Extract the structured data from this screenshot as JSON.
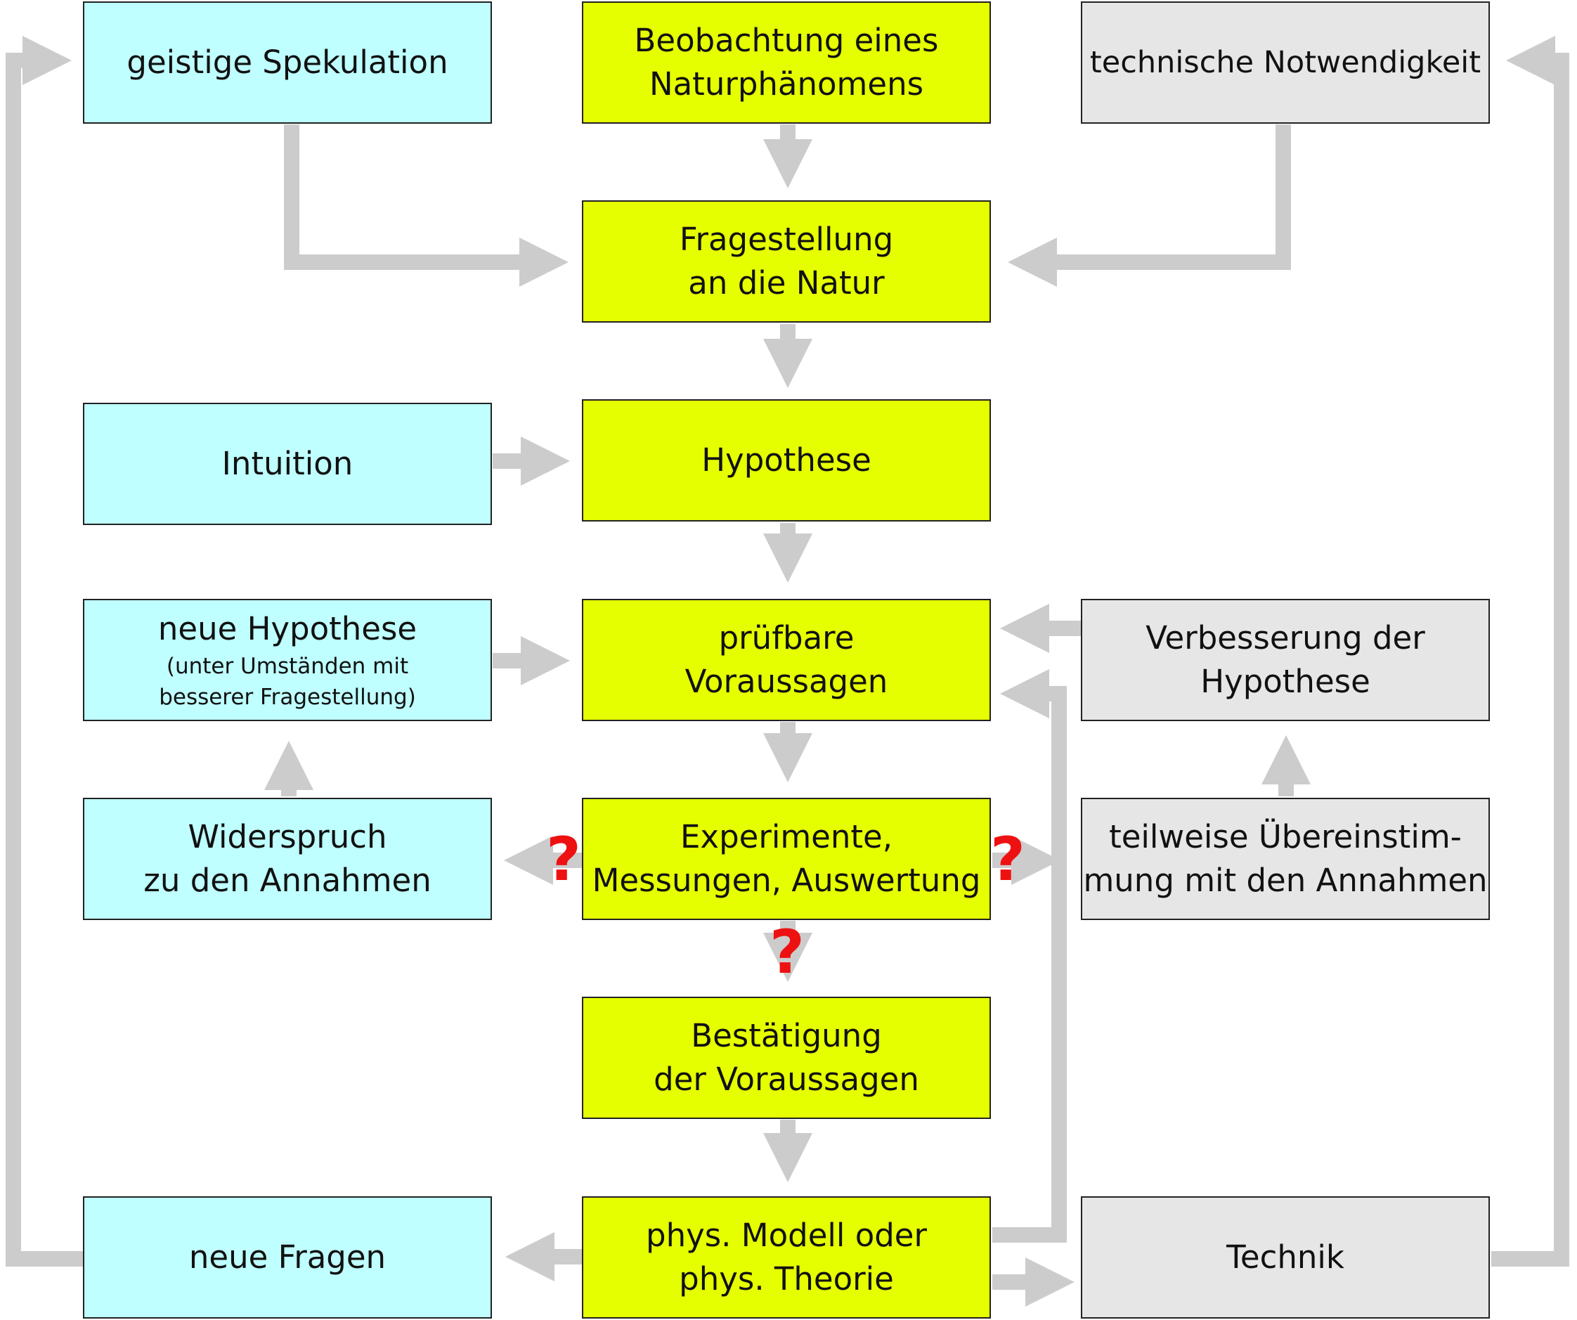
{
  "nodes": {
    "geistige_spekulation": "geistige Spekulation",
    "beobachtung": "Beobachtung eines\nNaturphänomens",
    "technische_notwendigkeit": "technische Notwendigkeit",
    "fragestellung": "Fragestellung\nan die Natur",
    "intuition": "Intuition",
    "hypothese": "Hypothese",
    "neue_hypothese": "neue Hypothese",
    "neue_hypothese_note": "(unter Umständen mit\nbesserer Fragestellung)",
    "pruefbare_voraussagen": "prüfbare\nVoraussagen",
    "verbesserung": "Verbesserung der\nHypothese",
    "widerspruch": "Widerspruch\nzu den Annahmen",
    "experimente": "Experimente,\nMessungen, Auswertung",
    "teilweise": "teilweise Übereinstim-\nmung mit den Annahmen",
    "bestaetigung": "Bestätigung\nder Voraussagen",
    "neue_fragen": "neue Fragen",
    "modell": "phys. Modell oder\nphys. Theorie",
    "technik": "Technik"
  },
  "markers": {
    "uncertain": "?"
  },
  "colors": {
    "process": "#e6ff00",
    "human_input": "#bfffff",
    "technical": "#e6e6e6",
    "arrow": "#cccccc",
    "question_mark": "#ee1111"
  }
}
